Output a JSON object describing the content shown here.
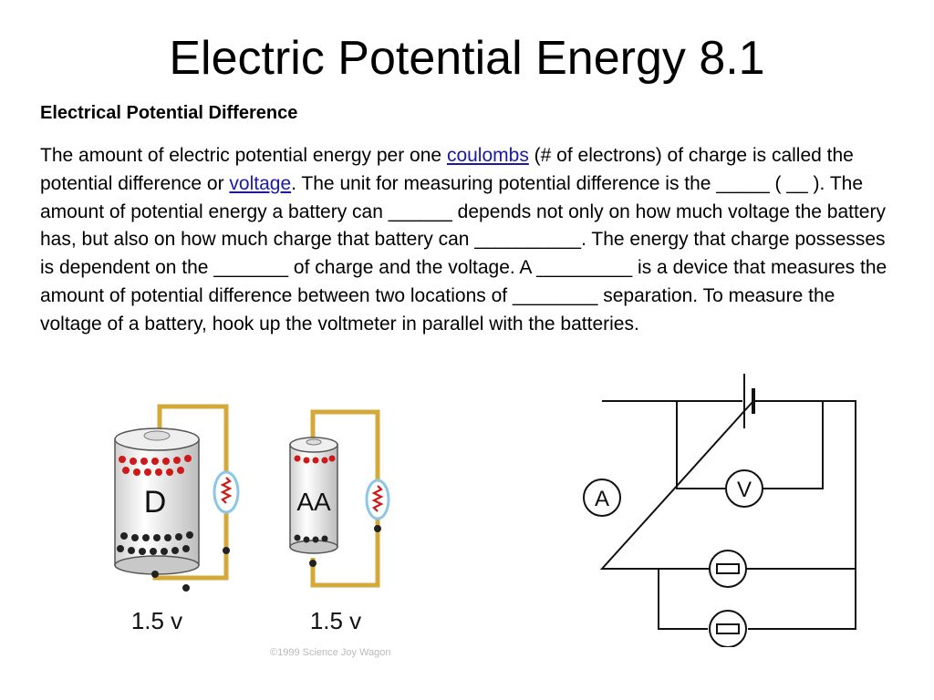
{
  "slide": {
    "title": "Electric Potential Energy 8.1",
    "subheading": "Electrical Potential Difference",
    "paragraph": {
      "t1": "The amount of electric potential energy per one ",
      "link1": "coulombs",
      "t2": " (# of electrons) of charge is called the potential difference or ",
      "link2": "voltage",
      "t3": ". The unit for measuring potential difference is the _____ ( __ ). The amount of potential energy a battery can ______ depends not only on how much voltage the battery has, but also on how much charge that battery can __________. The energy that charge possesses is dependent on the _______ of charge and the voltage. A _________ is a device that measures the amount of potential difference between two locations of ________ separation. To measure the voltage of a battery, hook up the voltmeter in parallel with the batteries."
    }
  },
  "battery_figure": {
    "d_label": "D",
    "aa_label": "AA",
    "d_voltage": "1.5 v",
    "aa_voltage": "1.5 v",
    "credit": "©1999 Science Joy Wagon",
    "wire_color": "#d4a93a",
    "positive_charge_color": "#cc1a1a"
  },
  "circuit_figure": {
    "ammeter_label": "A",
    "voltmeter_label": "V"
  }
}
